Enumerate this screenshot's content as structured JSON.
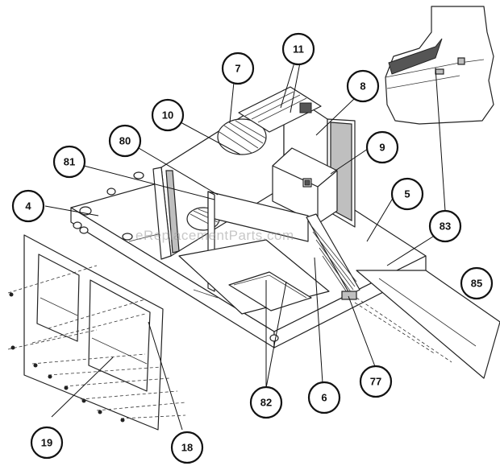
{
  "watermark": "eReplacementParts.com",
  "callouts": [
    {
      "label": "7"
    },
    {
      "label": "11"
    },
    {
      "label": "8"
    },
    {
      "label": "10"
    },
    {
      "label": "9"
    },
    {
      "label": "80"
    },
    {
      "label": "81"
    },
    {
      "label": "5"
    },
    {
      "label": "4"
    },
    {
      "label": "83"
    },
    {
      "label": "85"
    },
    {
      "label": "82"
    },
    {
      "label": "6"
    },
    {
      "label": "77"
    },
    {
      "label": "19"
    },
    {
      "label": "18"
    }
  ]
}
